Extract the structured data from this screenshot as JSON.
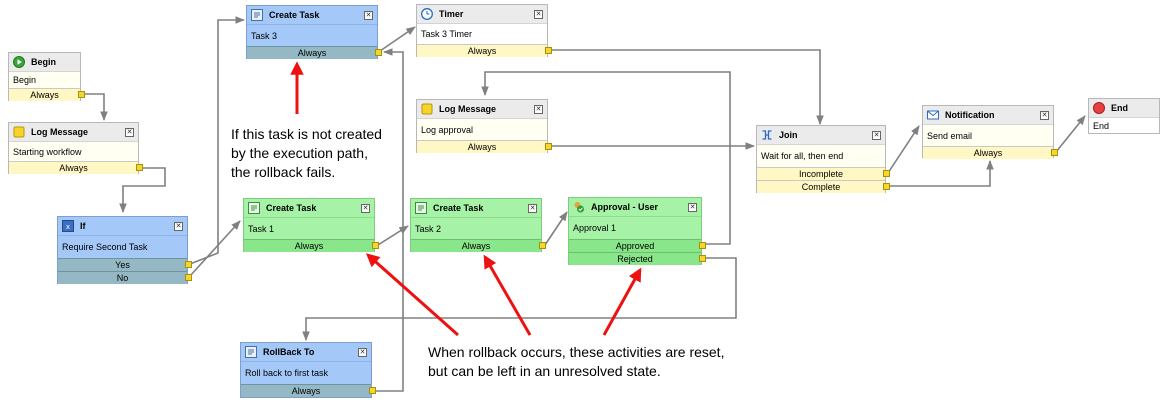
{
  "nodes": {
    "begin": {
      "title": "Begin",
      "body": "Begin",
      "outputs": [
        "Always"
      ],
      "icon": "play-icon"
    },
    "log_start": {
      "title": "Log Message",
      "body": "Starting workflow",
      "outputs": [
        "Always"
      ],
      "icon": "log-icon"
    },
    "if": {
      "title": "If",
      "body": "Require Second Task",
      "outputs": [
        "Yes",
        "No"
      ],
      "icon": "condition-icon"
    },
    "create3": {
      "title": "Create Task",
      "body": "Task 3",
      "outputs": [
        "Always"
      ],
      "icon": "task-icon"
    },
    "timer": {
      "title": "Timer",
      "body": "Task 3 Timer",
      "outputs": [
        "Always"
      ],
      "icon": "clock-icon"
    },
    "log_approval": {
      "title": "Log Message",
      "body": "Log approval",
      "outputs": [
        "Always"
      ],
      "icon": "log-icon"
    },
    "create1": {
      "title": "Create Task",
      "body": "Task 1",
      "outputs": [
        "Always"
      ],
      "icon": "task-icon"
    },
    "create2": {
      "title": "Create Task",
      "body": "Task 2",
      "outputs": [
        "Always"
      ],
      "icon": "task-icon"
    },
    "approval": {
      "title": "Approval - User",
      "body": "Approval 1",
      "outputs": [
        "Approved",
        "Rejected"
      ],
      "icon": "approval-icon"
    },
    "join": {
      "title": "Join",
      "body": "Wait for all, then end",
      "outputs": [
        "Incomplete",
        "Complete"
      ],
      "icon": "join-icon"
    },
    "notification": {
      "title": "Notification",
      "body": "Send email",
      "outputs": [
        "Always"
      ],
      "icon": "envelope-icon"
    },
    "end": {
      "title": "End",
      "body": "End",
      "outputs": [],
      "icon": "stop-icon"
    },
    "rollback": {
      "title": "RollBack To",
      "body": "Roll back to first task",
      "outputs": [
        "Always"
      ],
      "icon": "task-icon"
    }
  },
  "close_glyph": "✕",
  "annotations": {
    "top": [
      "If this task is not created",
      "by the execution path,",
      "the rollback fails."
    ],
    "bottom": [
      "When rollback occurs, these activities are reset,",
      "but can be left in an unresolved state."
    ]
  },
  "colors": {
    "arrow": "#ee1111",
    "wire": "#808080",
    "port": "#f5d62f",
    "blue_node": "#a4c8f8",
    "green_node": "#a6f2a6",
    "log_output": "#fff7c4"
  }
}
